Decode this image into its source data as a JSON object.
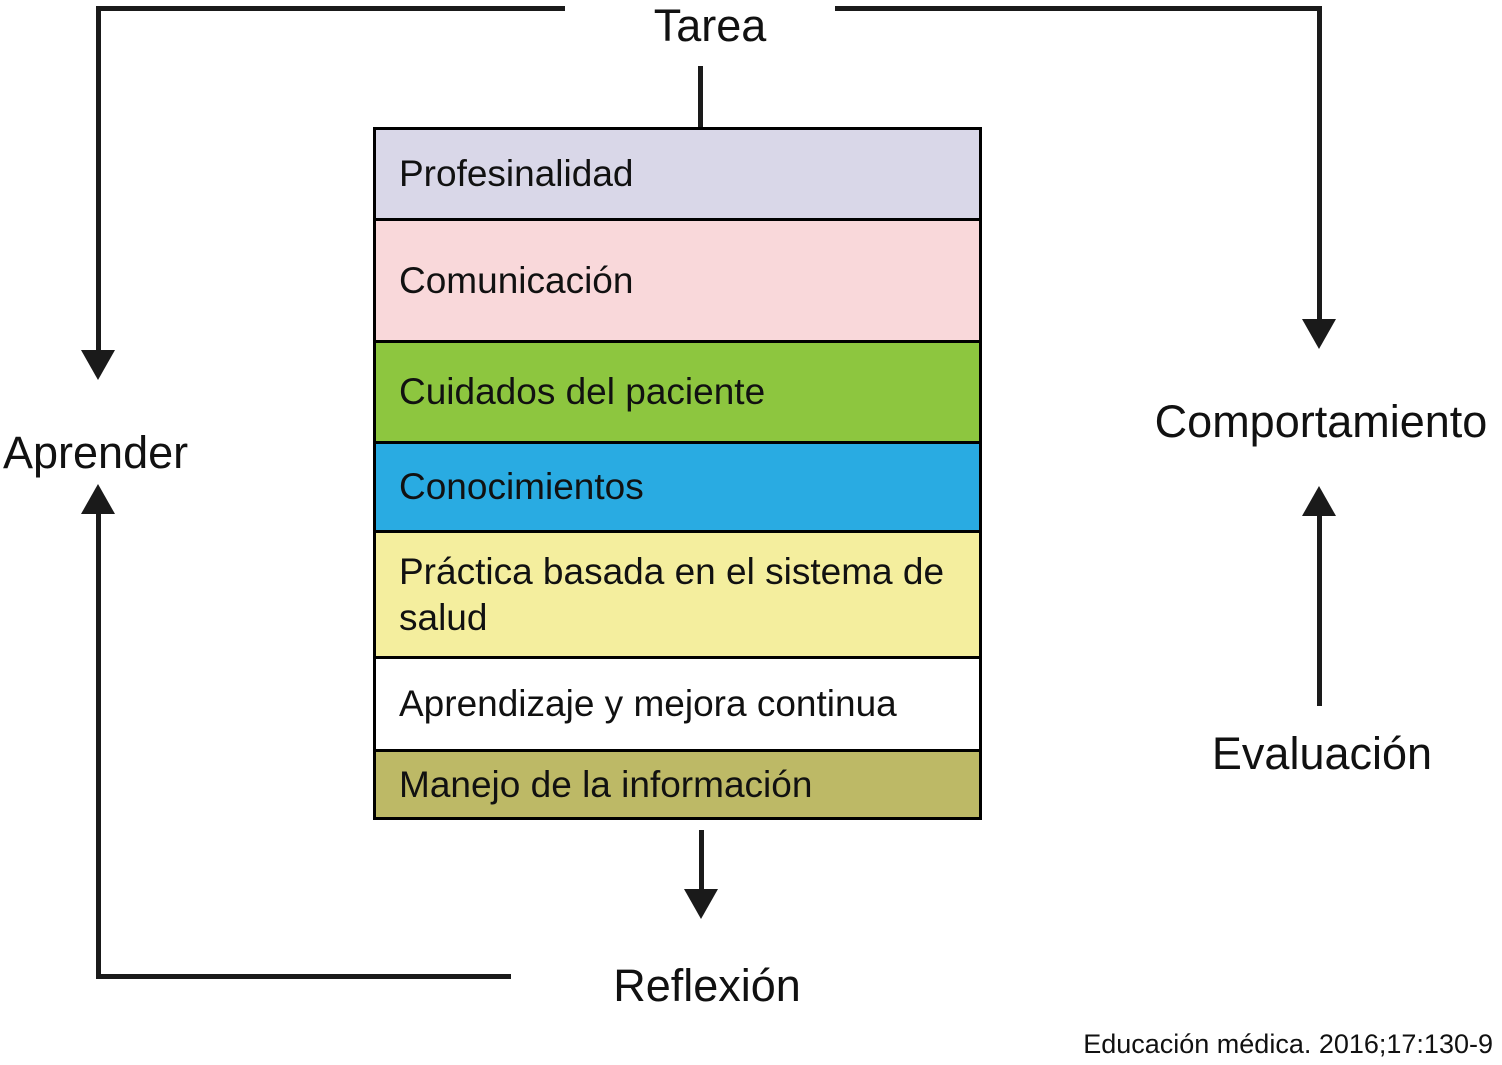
{
  "diagram": {
    "line_color": "#1a1a1a",
    "nodes": {
      "tarea": "Tarea",
      "aprender": "Aprender",
      "comportamiento": "Comportamiento",
      "evaluacion": "Evaluación",
      "reflexion": "Reflexión"
    },
    "competencies": [
      {
        "label": "Profesinalidad",
        "color": "#d9d7e8"
      },
      {
        "label": "Comunicación",
        "color": "#f9d8da"
      },
      {
        "label": "Cuidados del paciente",
        "color": "#8dc63f"
      },
      {
        "label": "Conocimientos",
        "color": "#29abe2"
      },
      {
        "label": "Práctica basada en el sistema de salud",
        "color": "#f4ee9e"
      },
      {
        "label": "Aprendizaje y mejora continua",
        "color": "#ffffff"
      },
      {
        "label": "Manejo de la información",
        "color": "#bdb966"
      }
    ],
    "citation": "Educación médica. 2016;17:130-9"
  }
}
